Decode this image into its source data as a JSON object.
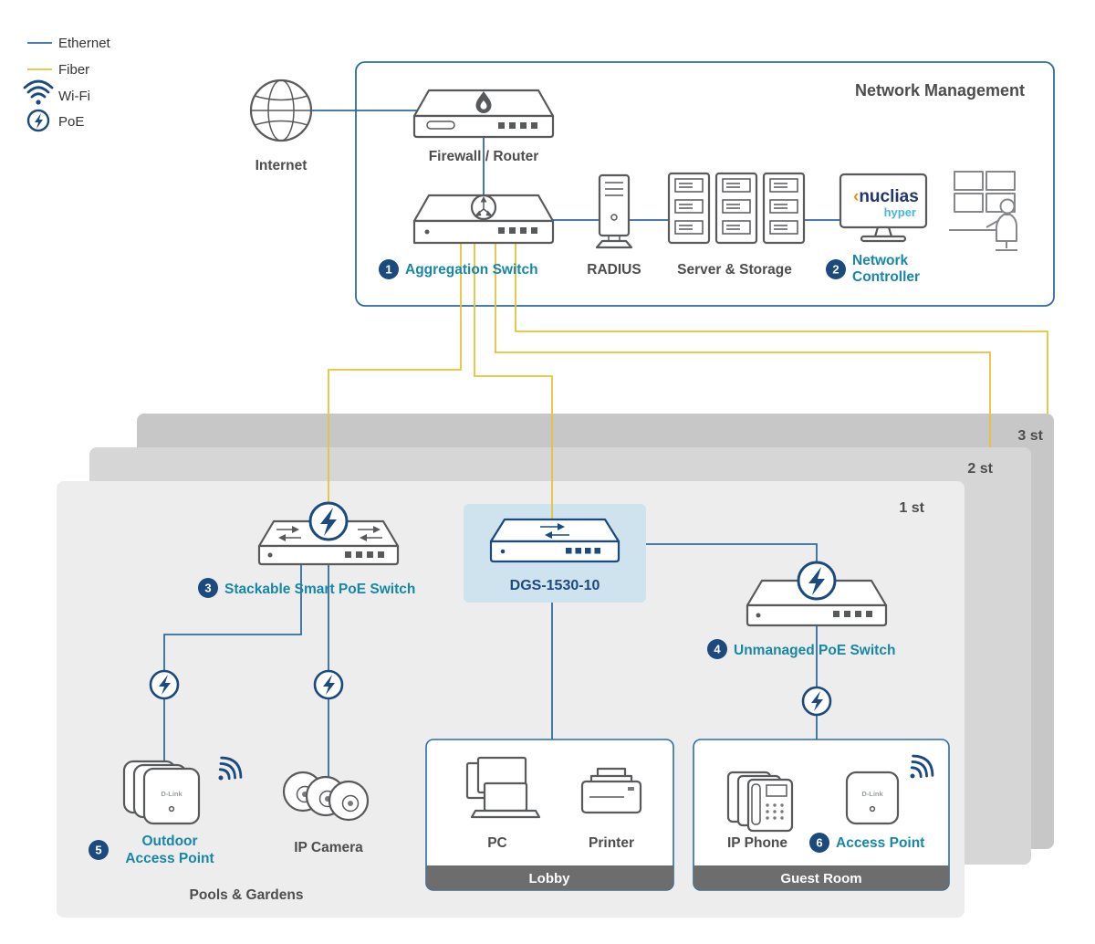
{
  "colors": {
    "ethernet": "#2d6ca2",
    "fiber": "#e5c33b",
    "teal_label": "#1787a8",
    "navy": "#1b4a7e",
    "device_stroke": "#58595b",
    "gray_text": "#4d4d4d",
    "floor1_fill": "#ededed",
    "floor2_fill": "#d6d6d6",
    "floor3_fill": "#c7c7c7",
    "highlight_fill": "#cfe3ee",
    "room_footer": "#6d6d6d",
    "nuclias_mark_color": "#f08c1e",
    "nuclias_name_color": "#23366b",
    "nuclias_sub_color": "#45b8d8"
  },
  "legend": {
    "ethernet": "Ethernet",
    "fiber": "Fiber",
    "wifi": "Wi-Fi",
    "poe": "PoE"
  },
  "management": {
    "title": "Network Management",
    "internet": "Internet",
    "firewall": "Firewall / Router",
    "aggregation_number": "1",
    "aggregation": "Aggregation Switch",
    "radius": "RADIUS",
    "servers": "Server & Storage",
    "controller_number": "2",
    "controller_line1": "Network",
    "controller_line2": "Controller",
    "nuclias_mark": "‹",
    "nuclias_name": "nuclias",
    "nuclias_sub": "hyper"
  },
  "floors": {
    "third": "3 st",
    "second": "2 st",
    "first": "1 st"
  },
  "floor1": {
    "stackable_number": "3",
    "stackable": "Stackable Smart PoE Switch",
    "dgs": "DGS-1530-10",
    "unmanaged_number": "4",
    "unmanaged": "Unmanaged PoE Switch",
    "outdoor_number": "5",
    "outdoor_line1": "Outdoor",
    "outdoor_line2": "Access Point",
    "camera": "IP Camera",
    "pc": "PC",
    "printer": "Printer",
    "lobby": "Lobby",
    "ip_phone": "IP Phone",
    "guest_ap_number": "6",
    "guest_ap": "Access Point",
    "guest_room": "Guest Room",
    "area": "Pools & Gardens"
  },
  "branding": {
    "dlink": "D-Link"
  }
}
